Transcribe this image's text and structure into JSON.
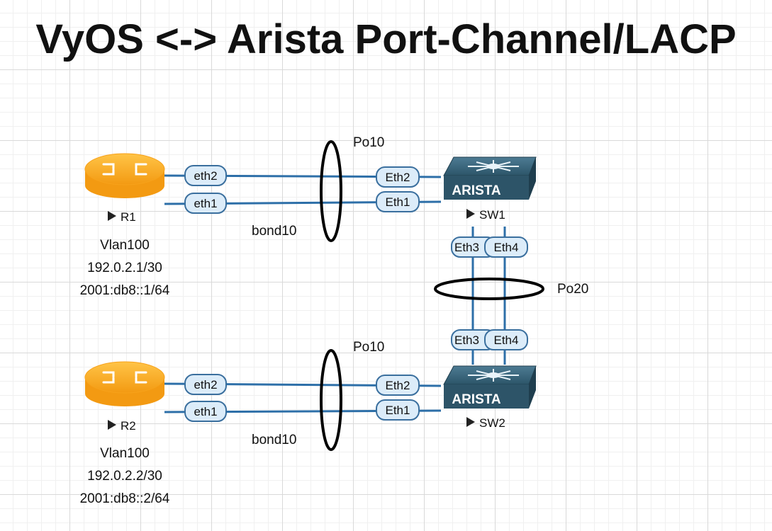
{
  "title": "VyOS <-> Arista Port-Channel/LACP",
  "colors": {
    "link": "#2d6fa8",
    "port_fill": "#dcecf9",
    "port_stroke": "#3a6f9e",
    "router_orange": "#f7a21b",
    "switch_body": "#2d5468"
  },
  "routers": [
    {
      "name": "R1",
      "icon": "router-icon",
      "info": [
        "Vlan100",
        "192.0.2.1/30",
        "2001:db8::1/64"
      ],
      "ports": [
        "eth2",
        "eth1"
      ],
      "bond_label": "bond10"
    },
    {
      "name": "R2",
      "icon": "router-icon",
      "info": [
        "Vlan100",
        "192.0.2.2/30",
        "2001:db8::2/64"
      ],
      "ports": [
        "eth2",
        "eth1"
      ],
      "bond_label": "bond10"
    }
  ],
  "switches": [
    {
      "name": "SW1",
      "brand": "ARISTA",
      "icon": "switch-icon",
      "router_ports": [
        "Eth2",
        "Eth1"
      ],
      "peer_ports": [
        "Eth3",
        "Eth4"
      ],
      "portchannel_label": "Po10"
    },
    {
      "name": "SW2",
      "brand": "ARISTA",
      "icon": "switch-icon",
      "router_ports": [
        "Eth2",
        "Eth1"
      ],
      "peer_ports": [
        "Eth3",
        "Eth4"
      ],
      "portchannel_label": "Po10"
    }
  ],
  "peer_link_label": "Po20"
}
